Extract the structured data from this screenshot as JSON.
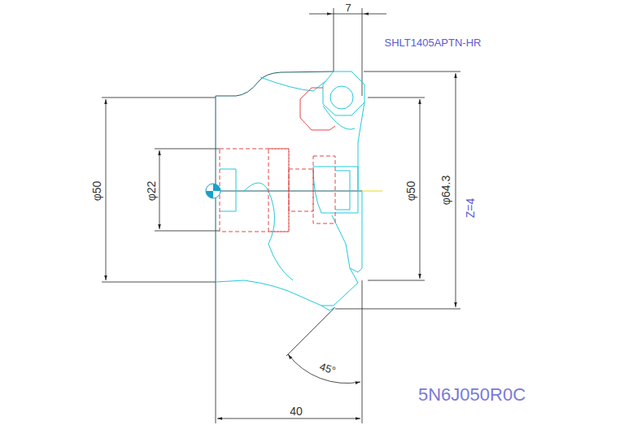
{
  "diagram": {
    "labels": [
      "7",
      "SHLT1405APTN-HR",
      "φ50",
      "φ22",
      "φ50",
      "φ64.3",
      "Z=4",
      "45°",
      "40",
      "5N6J050R0C"
    ]
  }
}
